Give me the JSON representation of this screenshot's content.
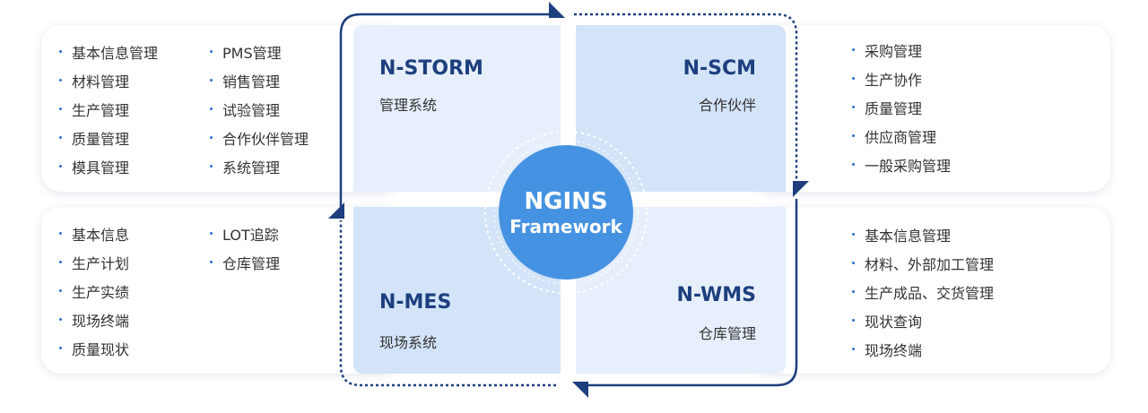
{
  "storm_features": {
    "col1": [
      "基本信息管理",
      "材料管理",
      "生产管理",
      "质量管理",
      "模具管理"
    ],
    "col2": [
      "PMS管理",
      "销售管理",
      "试验管理",
      "合作伙伴管理",
      "系统管理"
    ]
  },
  "mes_features": {
    "col1": [
      "基本信息",
      "生产计划",
      "生产实绩",
      "现场终端",
      "质量现状"
    ],
    "col2": [
      "LOT追踪",
      "仓库管理"
    ]
  },
  "scm_features": [
    "采购管理",
    "生产协作",
    "质量管理",
    "供应商管理",
    "一般采购管理"
  ],
  "wms_features": [
    "基本信息管理",
    "材料、外部加工管理",
    "生产成品、交货管理",
    "现状查询",
    "现场终端"
  ],
  "modules": {
    "storm": {
      "title": "N-STORM",
      "subtitle": "管理系统"
    },
    "scm": {
      "title": "N-SCM",
      "subtitle": "合作伙伴"
    },
    "mes": {
      "title": "N-MES",
      "subtitle": "现场系统"
    },
    "wms": {
      "title": "N-WMS",
      "subtitle": "仓库管理"
    }
  },
  "center": {
    "title": "NGINS",
    "subtitle": "Framework"
  },
  "colors": {
    "navy": "#1d3f7e",
    "center_blue": "#4592e2",
    "light_quad": "#e6effb",
    "mid_quad": "#d3e3f8",
    "bullet": "#2f6fd0"
  }
}
